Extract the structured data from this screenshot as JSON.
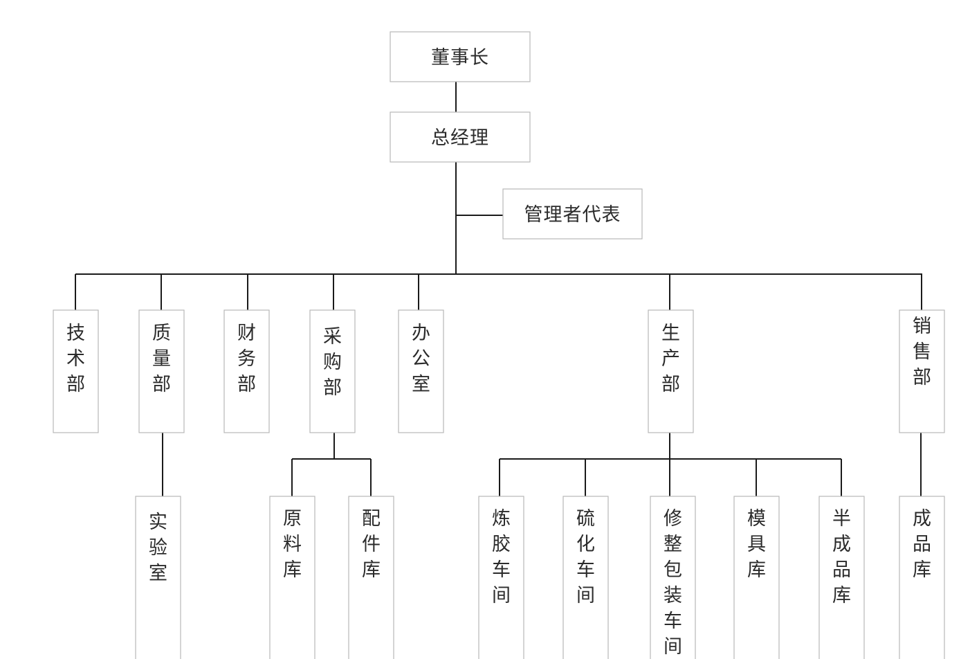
{
  "org_chart": {
    "nodes": [
      {
        "id": "chairman",
        "label": "董事长"
      },
      {
        "id": "general-manager",
        "label": "总经理"
      },
      {
        "id": "management-rep",
        "label": "管理者代表"
      },
      {
        "id": "tech-dept",
        "label": "技术部"
      },
      {
        "id": "quality-dept",
        "label": "质量部"
      },
      {
        "id": "finance-dept",
        "label": "财务部"
      },
      {
        "id": "purchasing-dept",
        "label": "采购部"
      },
      {
        "id": "office",
        "label": "办公室"
      },
      {
        "id": "production-dept",
        "label": "生产部"
      },
      {
        "id": "sales-dept",
        "label": "销售部"
      },
      {
        "id": "laboratory",
        "label": "实验室"
      },
      {
        "id": "raw-material-store",
        "label": "原料库"
      },
      {
        "id": "parts-store",
        "label": "配件库"
      },
      {
        "id": "mixing-workshop",
        "label": "炼胶车间"
      },
      {
        "id": "vulcanizing-workshop",
        "label": "硫化车间"
      },
      {
        "id": "trimming-packing-workshop",
        "label": "修整包装车间"
      },
      {
        "id": "mold-store",
        "label": "模具库"
      },
      {
        "id": "semi-finished-store",
        "label": "半成品库"
      },
      {
        "id": "finished-goods-store",
        "label": "成品库"
      }
    ],
    "edges": [
      [
        "chairman",
        "general-manager"
      ],
      [
        "general-manager",
        "management-rep"
      ],
      [
        "general-manager",
        "tech-dept"
      ],
      [
        "general-manager",
        "quality-dept"
      ],
      [
        "general-manager",
        "finance-dept"
      ],
      [
        "general-manager",
        "purchasing-dept"
      ],
      [
        "general-manager",
        "office"
      ],
      [
        "general-manager",
        "production-dept"
      ],
      [
        "general-manager",
        "sales-dept"
      ],
      [
        "quality-dept",
        "laboratory"
      ],
      [
        "purchasing-dept",
        "raw-material-store"
      ],
      [
        "purchasing-dept",
        "parts-store"
      ],
      [
        "production-dept",
        "mixing-workshop"
      ],
      [
        "production-dept",
        "vulcanizing-workshop"
      ],
      [
        "production-dept",
        "trimming-packing-workshop"
      ],
      [
        "production-dept",
        "mold-store"
      ],
      [
        "production-dept",
        "semi-finished-store"
      ],
      [
        "sales-dept",
        "finished-goods-store"
      ]
    ]
  }
}
